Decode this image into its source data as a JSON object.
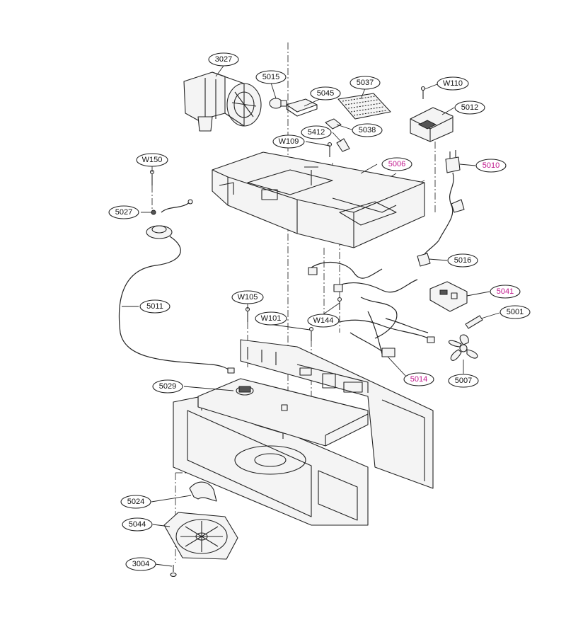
{
  "diagram": {
    "highlight_color": "#c0168c",
    "text_color": "#111111",
    "line_color": "#222222"
  },
  "callouts": [
    {
      "id": "3027",
      "label": "3027",
      "highlight": false
    },
    {
      "id": "5015",
      "label": "5015",
      "highlight": false
    },
    {
      "id": "5045",
      "label": "5045",
      "highlight": false
    },
    {
      "id": "5037",
      "label": "5037",
      "highlight": false
    },
    {
      "id": "W110",
      "label": "W110",
      "highlight": false
    },
    {
      "id": "5012",
      "label": "5012",
      "highlight": false
    },
    {
      "id": "5038",
      "label": "5038",
      "highlight": false
    },
    {
      "id": "5412",
      "label": "5412",
      "highlight": false
    },
    {
      "id": "W109",
      "label": "W109",
      "highlight": false
    },
    {
      "id": "5006",
      "label": "5006",
      "highlight": true
    },
    {
      "id": "5010",
      "label": "5010",
      "highlight": true
    },
    {
      "id": "W150",
      "label": "W150",
      "highlight": false
    },
    {
      "id": "5027",
      "label": "5027",
      "highlight": false
    },
    {
      "id": "5016",
      "label": "5016",
      "highlight": false
    },
    {
      "id": "5041",
      "label": "5041",
      "highlight": true
    },
    {
      "id": "W105",
      "label": "W105",
      "highlight": false
    },
    {
      "id": "5011",
      "label": "5011",
      "highlight": false
    },
    {
      "id": "5001",
      "label": "5001",
      "highlight": false
    },
    {
      "id": "W101",
      "label": "W101",
      "highlight": false
    },
    {
      "id": "W144",
      "label": "W144",
      "highlight": false
    },
    {
      "id": "5014",
      "label": "5014",
      "highlight": true
    },
    {
      "id": "5007",
      "label": "5007",
      "highlight": false
    },
    {
      "id": "5029",
      "label": "5029",
      "highlight": false
    },
    {
      "id": "5024",
      "label": "5024",
      "highlight": false
    },
    {
      "id": "5044",
      "label": "5044",
      "highlight": false
    },
    {
      "id": "3004",
      "label": "3004",
      "highlight": false
    }
  ]
}
